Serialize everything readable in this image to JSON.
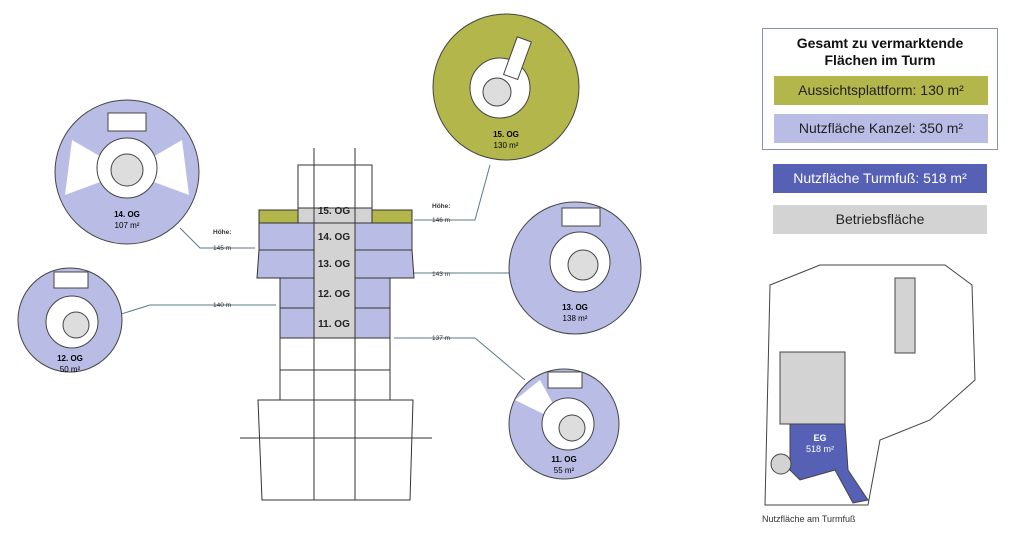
{
  "legend": {
    "title_line1": "Gesamt zu vermarktende",
    "title_line2": "Flächen im Turm",
    "items": [
      {
        "label": "Aussichtsplattform: 130 m²",
        "color": "#b3b64a"
      },
      {
        "label": "Nutzfläche Kanzel: 350 m²",
        "color": "#b9bde6"
      },
      {
        "label": "Nutzfläche Turmfuß: 518 m²",
        "color": "#5661b6"
      },
      {
        "label": "Betriebsfläche",
        "color": "#d3d3d3"
      }
    ]
  },
  "tower": {
    "floors": [
      "15. OG",
      "14. OG",
      "13. OG",
      "12. OG",
      "11. OG"
    ]
  },
  "heights": {
    "label": "Höhe:",
    "h146": "146 m",
    "h145": "145 m",
    "h143": "143 m",
    "h140": "140 m",
    "h137": "137 m"
  },
  "floor_plans": [
    {
      "name": "15. OG",
      "area": "130 m²"
    },
    {
      "name": "14. OG",
      "area": "107 m²"
    },
    {
      "name": "13. OG",
      "area": "138 m²"
    },
    {
      "name": "12. OG",
      "area": "50 m²"
    },
    {
      "name": "11. OG",
      "area": "55 m²"
    }
  ],
  "site_plan": {
    "name": "EG",
    "area": "518 m²",
    "caption": "Nutzfläche am Turmfuß"
  }
}
